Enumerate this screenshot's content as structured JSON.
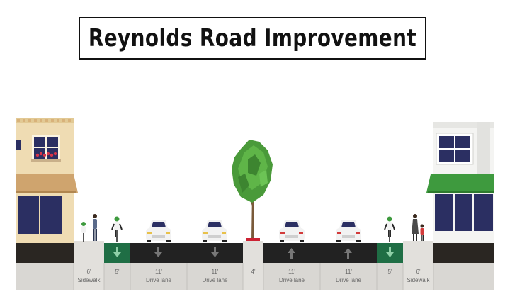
{
  "title": "Reynolds Road Improvement",
  "segments": [
    {
      "width": "6'",
      "name": "Sidewalk",
      "type": "sidewalk"
    },
    {
      "width": "5'",
      "name": "",
      "type": "bike",
      "direction": "down"
    },
    {
      "width": "11'",
      "name": "Drive lane",
      "type": "drive",
      "direction": "down"
    },
    {
      "width": "11'",
      "name": "Drive lane",
      "type": "drive",
      "direction": "down"
    },
    {
      "width": "4'",
      "name": "",
      "type": "median"
    },
    {
      "width": "11'",
      "name": "Drive lane",
      "type": "drive",
      "direction": "up"
    },
    {
      "width": "11'",
      "name": "Drive lane",
      "type": "drive",
      "direction": "up"
    },
    {
      "width": "5'",
      "name": "",
      "type": "bike",
      "direction": "down"
    },
    {
      "width": "6'",
      "name": "Sidewalk",
      "type": "sidewalk"
    }
  ],
  "colors": {
    "asphalt": "#222222",
    "bike_lane": "#1f6e45",
    "sidewalk": "#d9d7d3",
    "tree_green": "#4a9a3a",
    "awning_left": "#cfa46e",
    "awning_right": "#3e9a3e",
    "building_left": "#efdcb3",
    "window": "#2b2f62"
  },
  "icons": [
    "down-arrow-icon",
    "up-arrow-icon",
    "car-icon",
    "cyclist-icon",
    "pedestrian-icon",
    "tree-icon",
    "building-icon"
  ]
}
